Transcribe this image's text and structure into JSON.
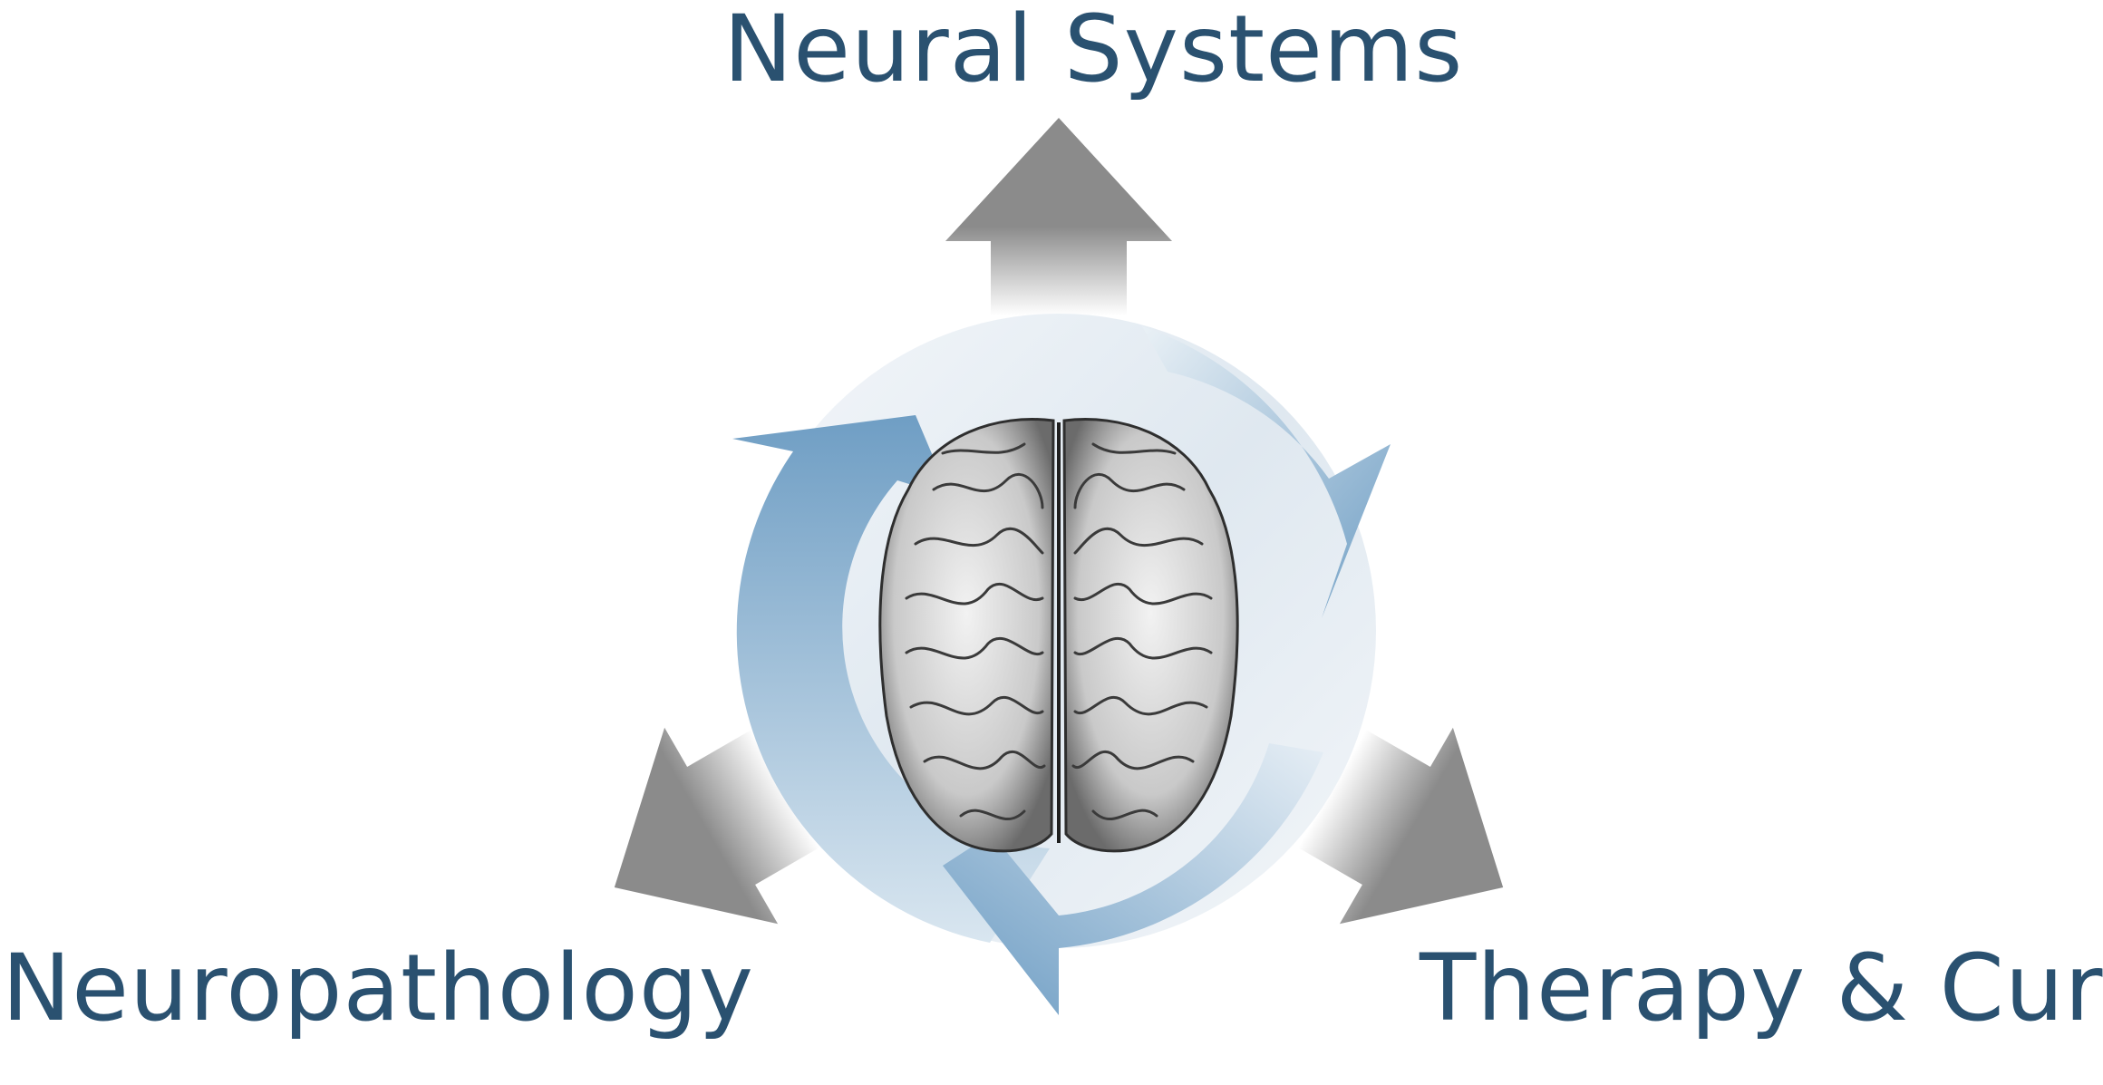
{
  "labels": {
    "top": "Neural Systems",
    "left": "Neuropathology",
    "right": "Therapy & Cure"
  },
  "colors": {
    "label_text": "#2a5170",
    "outer_arrow": "#8a8a8a",
    "cycle_arrow": "#74a2c6",
    "disc_light": "#eef3f7",
    "brain_shade": "#3a3a3a"
  },
  "icons": {
    "center": "brain-icon",
    "cycle": "cycle-arrows-icon",
    "outward": "arrow-icon"
  }
}
